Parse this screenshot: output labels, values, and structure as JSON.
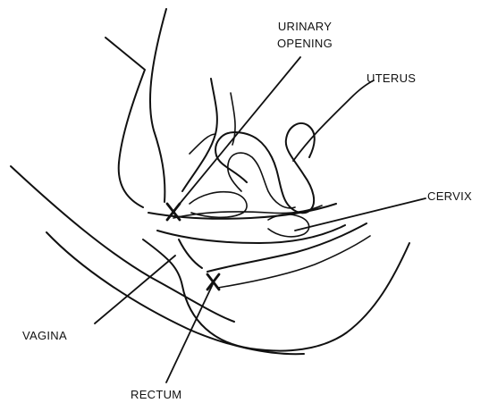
{
  "labels": {
    "urinary_line1": "URINARY",
    "urinary_line2": "OPENING",
    "uterus": "UTERUS",
    "cervix": "CERVIX",
    "vagina": "VAGINA",
    "rectum": "RECTUM"
  },
  "colors": {
    "line": "#111111",
    "background": "#ffffff"
  }
}
